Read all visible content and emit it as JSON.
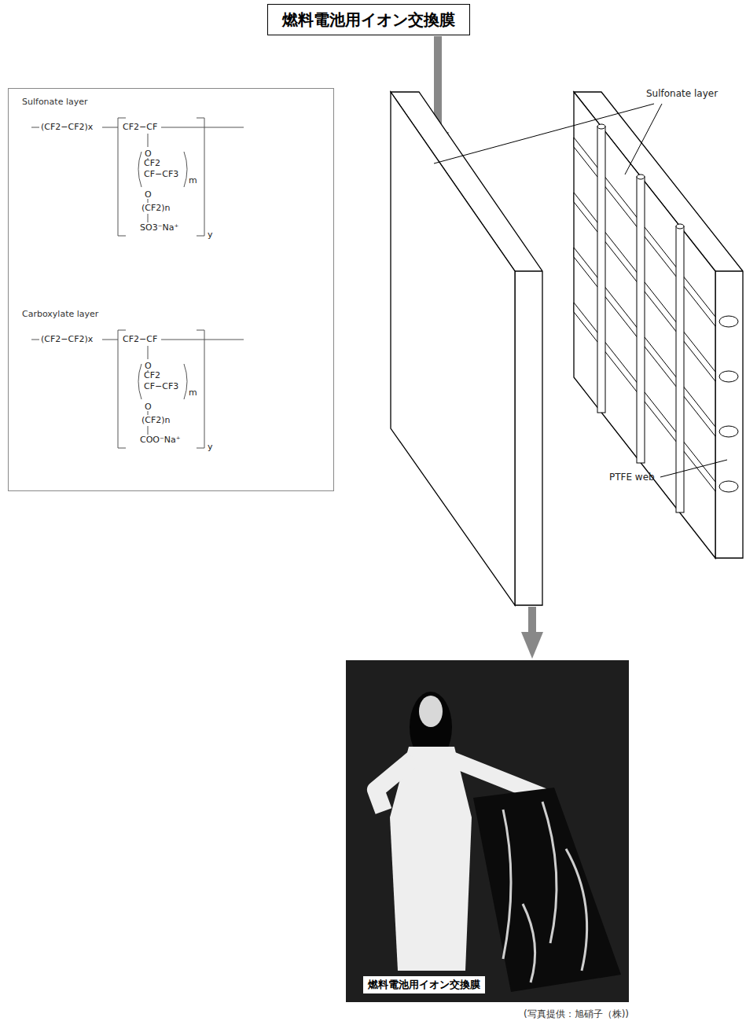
{
  "diagram": {
    "caption": "(写真提供：旭硝子（株))",
    "nodes": [
      {
        "text": [
          "燃料電池用イオン交換膜"
        ]
      },
      {
        "text": [
          "Sulfonate layer",
          "Carboxylate layer"
        ]
      },
      {
        "text": [
          "燃料電池用イオン交換膜"
        ]
      }
    ],
    "labels": [
      "(CF2−CF2)x",
      "CF2−CF",
      "O",
      "CF2",
      "CF−CF3",
      "m",
      "O",
      "(CF2)n",
      "SO3⁻Na⁺",
      "y",
      "(CF2−CF2)x",
      "CF2−CF",
      "O",
      "CF2",
      "CF−CF3",
      "m",
      "O",
      "(CF2)n",
      "COO⁻Na⁺",
      "y",
      "Sulfonate layer",
      "PTFE web"
    ]
  }
}
